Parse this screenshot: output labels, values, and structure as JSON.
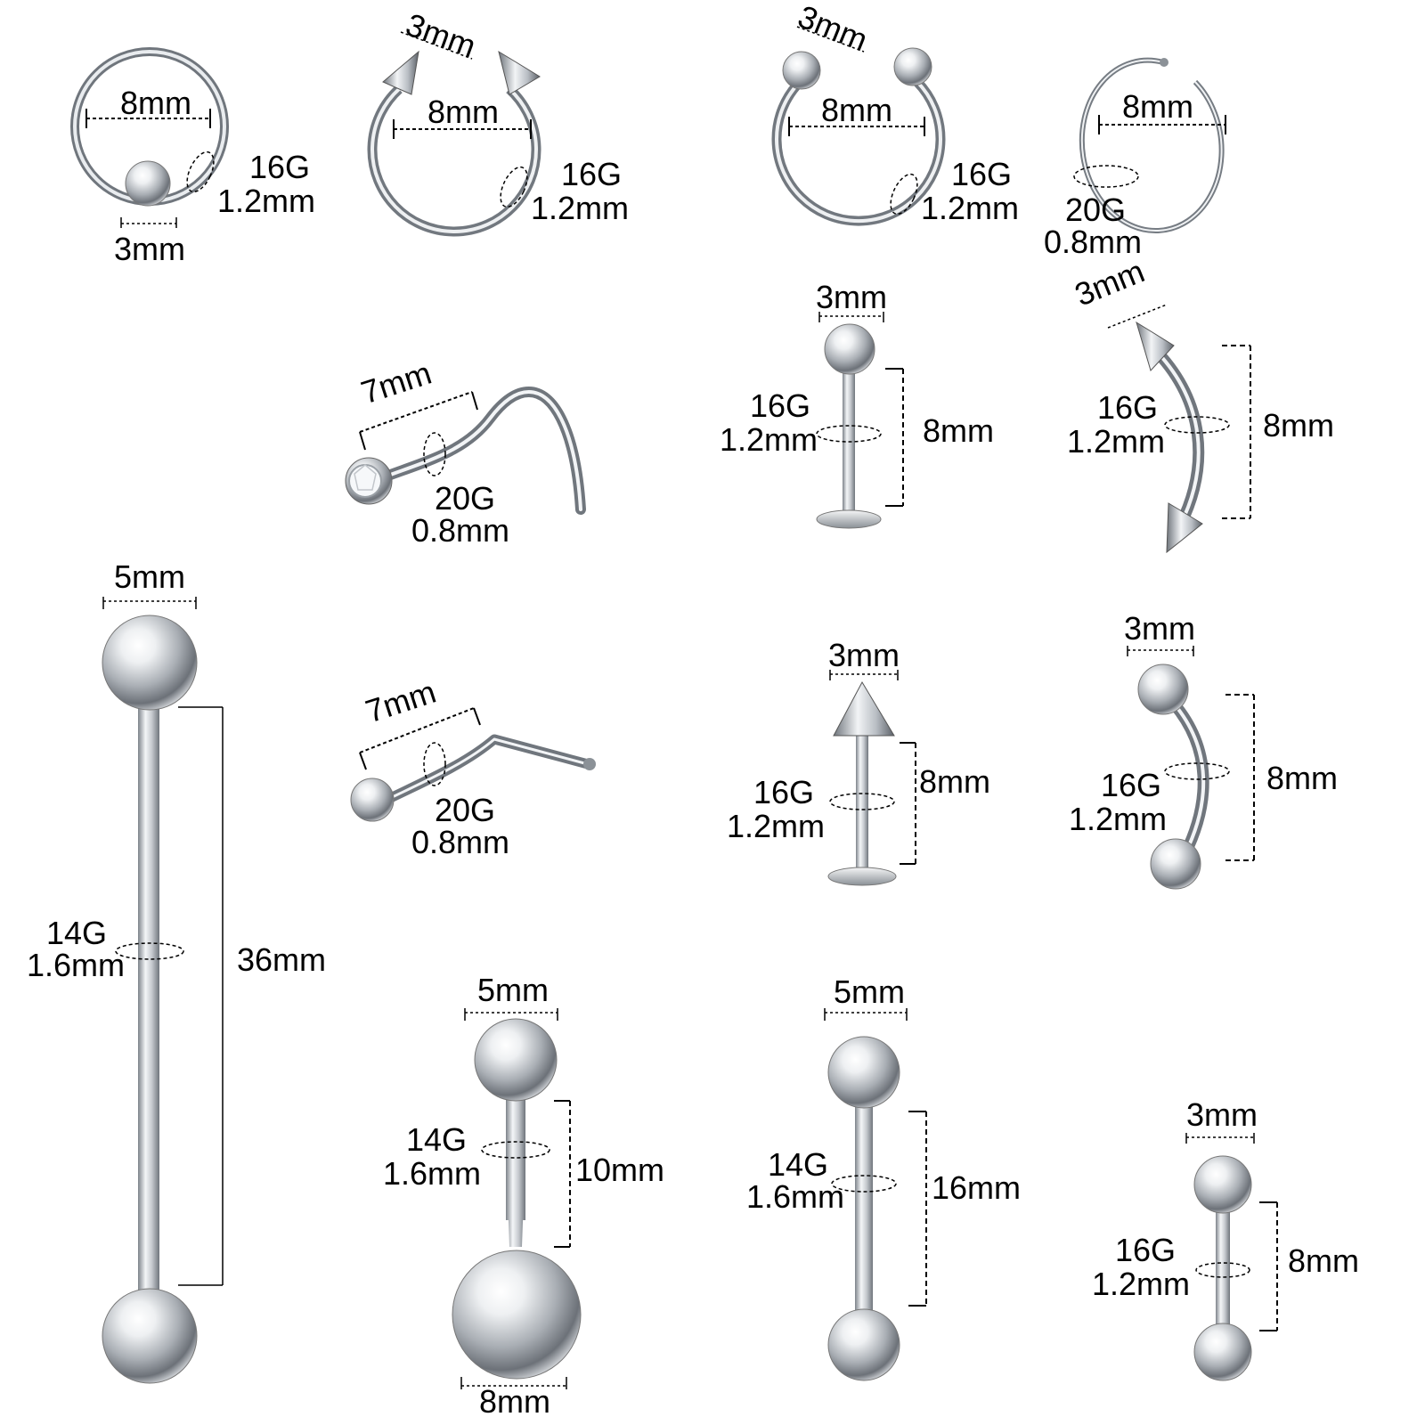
{
  "palette": {
    "metal_light": "#f4f6f8",
    "metal_mid": "#b9bec4",
    "metal_dark": "#5c6168",
    "ink": "#000000",
    "background": "#ffffff"
  },
  "items": {
    "captive_ring": {
      "diameter": "8mm",
      "gauge": "16G",
      "thickness": "1.2mm",
      "ball": "3mm"
    },
    "spike_horseshoe": {
      "spike": "3mm",
      "diameter": "8mm",
      "gauge": "16G",
      "thickness": "1.2mm"
    },
    "ball_horseshoe": {
      "ball": "3mm",
      "diameter": "8mm",
      "gauge": "16G",
      "thickness": "1.2mm"
    },
    "nose_hoop": {
      "diameter": "8mm",
      "gauge": "20G",
      "thickness": "0.8mm"
    },
    "nose_screw": {
      "length": "7mm",
      "gauge": "20G",
      "thickness": "0.8mm"
    },
    "labret_ball": {
      "ball": "3mm",
      "gauge": "16G",
      "thickness": "1.2mm",
      "length": "8mm"
    },
    "curved_spike": {
      "spike": "3mm",
      "gauge": "16G",
      "thickness": "1.2mm",
      "length": "8mm"
    },
    "industrial_bar": {
      "ball": "5mm",
      "gauge": "14G",
      "thickness": "1.6mm",
      "length": "36mm"
    },
    "nose_l_bend": {
      "length": "7mm",
      "gauge": "20G",
      "thickness": "0.8mm"
    },
    "labret_spike": {
      "spike": "3mm",
      "gauge": "16G",
      "thickness": "1.2mm",
      "length": "8mm"
    },
    "curved_ball": {
      "ball": "3mm",
      "gauge": "16G",
      "thickness": "1.2mm",
      "length": "8mm"
    },
    "belly_ring": {
      "top_ball": "5mm",
      "gauge": "14G",
      "thickness": "1.6mm",
      "length": "10mm",
      "bottom_ball": "8mm"
    },
    "straight_barbell": {
      "ball": "5mm",
      "gauge": "14G",
      "thickness": "1.6mm",
      "length": "16mm"
    },
    "small_barbell": {
      "ball": "3mm",
      "gauge": "16G",
      "thickness": "1.2mm",
      "length": "8mm"
    }
  }
}
